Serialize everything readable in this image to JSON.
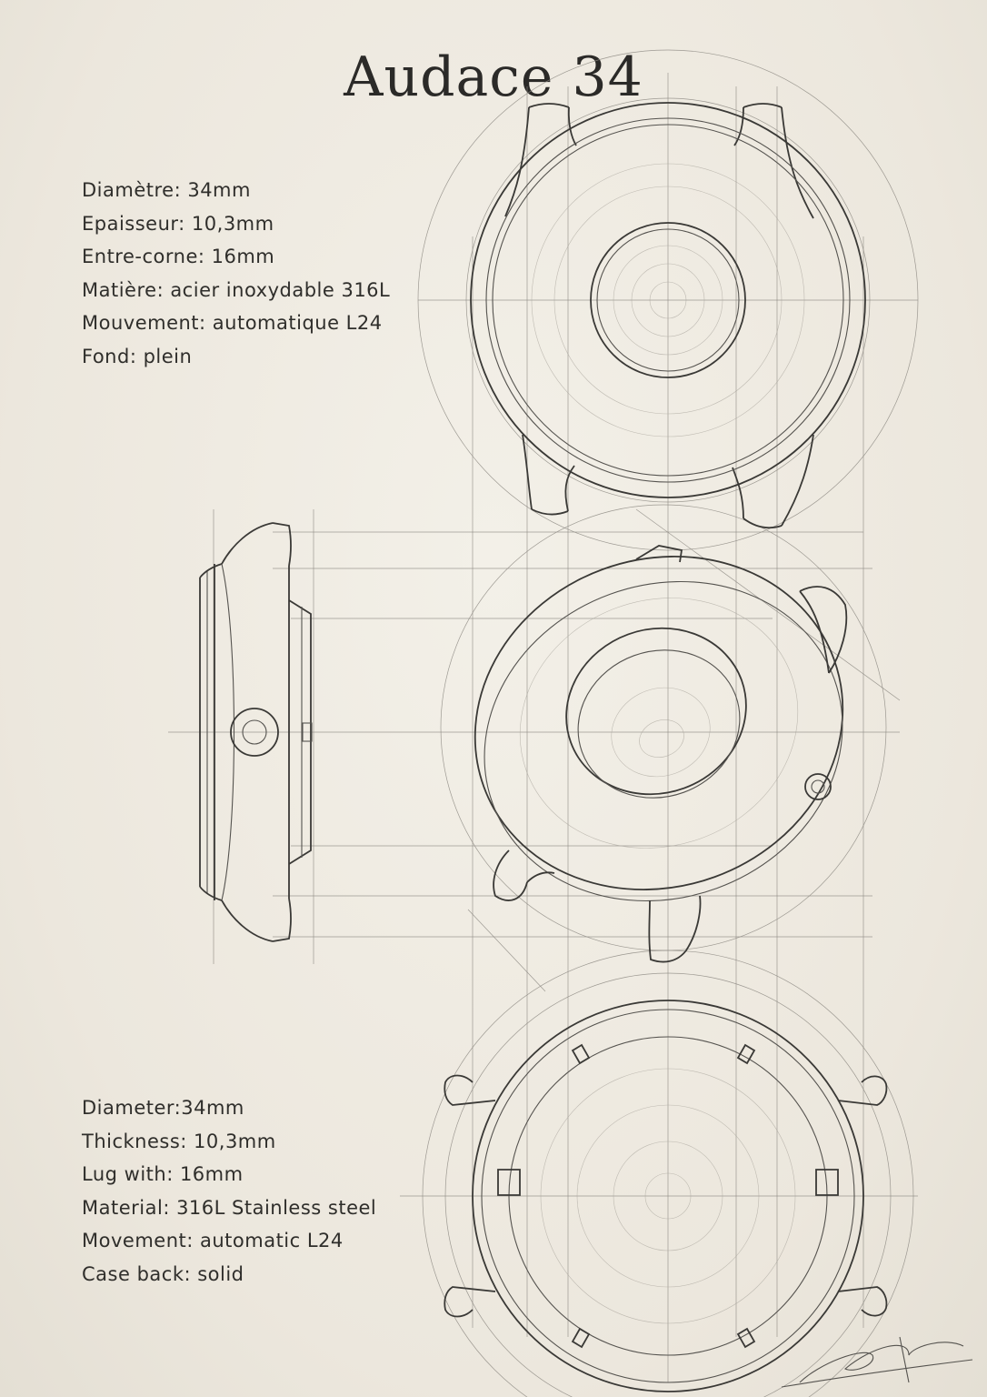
{
  "title": "Audace 34",
  "specs_fr": [
    "Diamètre: 34mm",
    "Epaisseur: 10,3mm",
    "Entre-corne: 16mm",
    "Matière: acier inoxydable 316L",
    "Mouvement: automatique L24",
    "Fond: plein"
  ],
  "specs_en": [
    "Diameter:34mm",
    "Thickness: 10,3mm",
    "Lug with: 16mm",
    "Material: 316L Stainless steel",
    "Movement: automatic L24",
    "Case back: solid"
  ],
  "colors": {
    "paper": "#efebe2",
    "ink": "#3a3936",
    "construction": "#8e8b84"
  },
  "views": [
    "front-view",
    "side-view",
    "perspective-view",
    "back-view"
  ],
  "signature": "artist-signature"
}
